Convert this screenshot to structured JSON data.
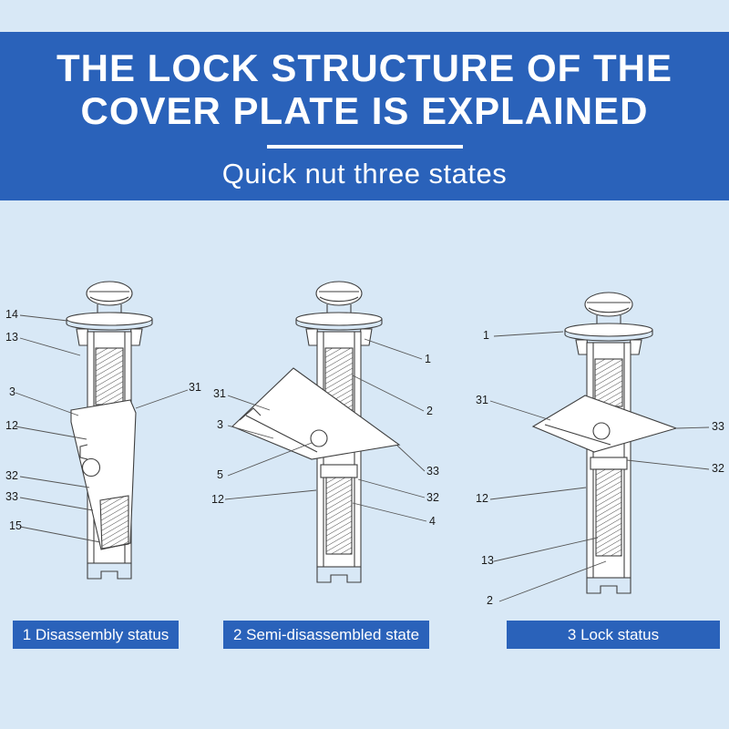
{
  "page": {
    "bg": "#d8e8f6"
  },
  "header": {
    "bg": "#2a62ba",
    "title_line1": "THE LOCK STRUCTURE OF THE",
    "title_line2": "COVER PLATE IS EXPLAINED",
    "subtitle": "Quick nut three states"
  },
  "figures": [
    {
      "caption": "1 Disassembly status",
      "labels": [
        {
          "text": "14"
        },
        {
          "text": "13"
        },
        {
          "text": "3"
        },
        {
          "text": "12"
        },
        {
          "text": "32"
        },
        {
          "text": "33"
        },
        {
          "text": "15"
        },
        {
          "text": "31"
        }
      ]
    },
    {
      "caption": "2 Semi-disassembled state",
      "labels": [
        {
          "text": "31"
        },
        {
          "text": "3"
        },
        {
          "text": "5"
        },
        {
          "text": "12"
        },
        {
          "text": "1"
        },
        {
          "text": "2"
        },
        {
          "text": "33"
        },
        {
          "text": "32"
        },
        {
          "text": "4"
        }
      ]
    },
    {
      "caption": "3 Lock status",
      "labels": [
        {
          "text": "1"
        },
        {
          "text": "31"
        },
        {
          "text": "12"
        },
        {
          "text": "13"
        },
        {
          "text": "2"
        },
        {
          "text": "33"
        },
        {
          "text": "32"
        }
      ]
    }
  ]
}
